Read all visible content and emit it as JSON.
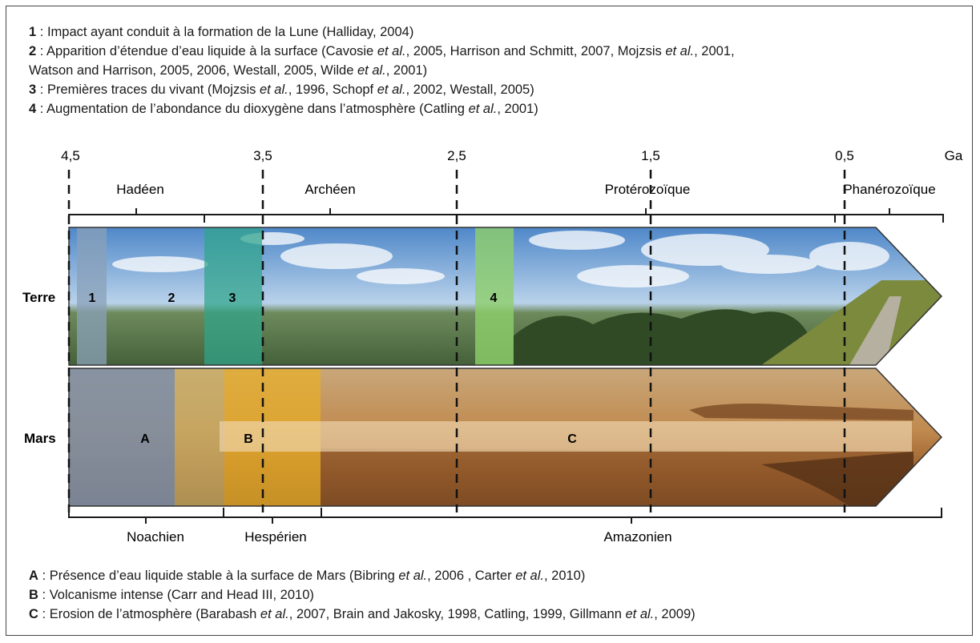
{
  "top_notes": [
    {
      "key": "1",
      "sep": " : ",
      "parts": [
        {
          "t": "Impact ayant conduit à la formation de la Lune (Halliday, 2004)",
          "i": false
        }
      ]
    },
    {
      "key": "2",
      "sep": " : ",
      "parts": [
        {
          "t": "Apparition d’étendue d’eau liquide à la surface (Cavosie ",
          "i": false
        },
        {
          "t": "et al.",
          "i": true
        },
        {
          "t": ", 2005, Harrison and Schmitt, 2007, Mojzsis ",
          "i": false
        },
        {
          "t": "et al.",
          "i": true
        },
        {
          "t": ", 2001,",
          "i": false
        }
      ]
    },
    {
      "key": "",
      "sep": "",
      "parts": [
        {
          "t": "Watson and Harrison, 2005, 2006, Westall, 2005, Wilde ",
          "i": false
        },
        {
          "t": "et al.",
          "i": true
        },
        {
          "t": ", 2001)",
          "i": false
        }
      ]
    },
    {
      "key": "3",
      "sep": " : ",
      "parts": [
        {
          "t": "Premières traces du vivant (Mojzsis ",
          "i": false
        },
        {
          "t": "et al.",
          "i": true
        },
        {
          "t": ", 1996, Schopf ",
          "i": false
        },
        {
          "t": "et al.",
          "i": true
        },
        {
          "t": ", 2002, Westall, 2005)",
          "i": false
        }
      ]
    },
    {
      "key": "4",
      "sep": " : ",
      "parts": [
        {
          "t": "Augmentation de l’abondance du dioxygène dans l’atmosphère (Catling ",
          "i": false
        },
        {
          "t": "et al.",
          "i": true
        },
        {
          "t": ", 2001)",
          "i": false
        }
      ]
    }
  ],
  "bottom_notes": [
    {
      "key": "A",
      "sep": " : ",
      "parts": [
        {
          "t": "Présence d’eau liquide stable à la surface de Mars (Bibring ",
          "i": false
        },
        {
          "t": "et al.",
          "i": true
        },
        {
          "t": ", 2006 , Carter ",
          "i": false
        },
        {
          "t": "et al.",
          "i": true
        },
        {
          "t": ", 2010)",
          "i": false
        }
      ]
    },
    {
      "key": "B",
      "sep": " : ",
      "parts": [
        {
          "t": "Volcanisme intense (Carr and Head III, 2010)",
          "i": false
        }
      ]
    },
    {
      "key": "C",
      "sep": " : ",
      "parts": [
        {
          "t": "Erosion de l’atmosphère (Barabash ",
          "i": false
        },
        {
          "t": "et al.",
          "i": true
        },
        {
          "t": ", 2007, Brain and Jakosky, 1998, Catling, 1999, Gillmann ",
          "i": false
        },
        {
          "t": "et al.",
          "i": true
        },
        {
          "t": ", 2009)",
          "i": false
        }
      ]
    }
  ],
  "axis": {
    "unit": "Ga",
    "ticks": [
      "4,5",
      "3,5",
      "2,5",
      "1,5",
      "0,5"
    ]
  },
  "earth_eons": [
    "Hadéen",
    "Archéen",
    "Protérozoïque",
    "Phanérozoïque"
  ],
  "mars_eras": [
    "Noachien",
    "Hespérien",
    "Amazonien"
  ],
  "rows": {
    "earth": "Terre",
    "mars": "Mars"
  },
  "earth_events": [
    "1",
    "2",
    "3",
    "4"
  ],
  "mars_events": [
    "A",
    "B",
    "C"
  ],
  "colors": {
    "sky": "#8fb8e0",
    "land": "#5f7a4a",
    "event1": "#8aa0b8",
    "event3": "#3aa58a",
    "event4": "#8ecf6a",
    "mars_ground": "#b77a3c",
    "eventA": "#8a9ab0",
    "eventB": "#e8b030",
    "eventC": "#e8c89a"
  }
}
